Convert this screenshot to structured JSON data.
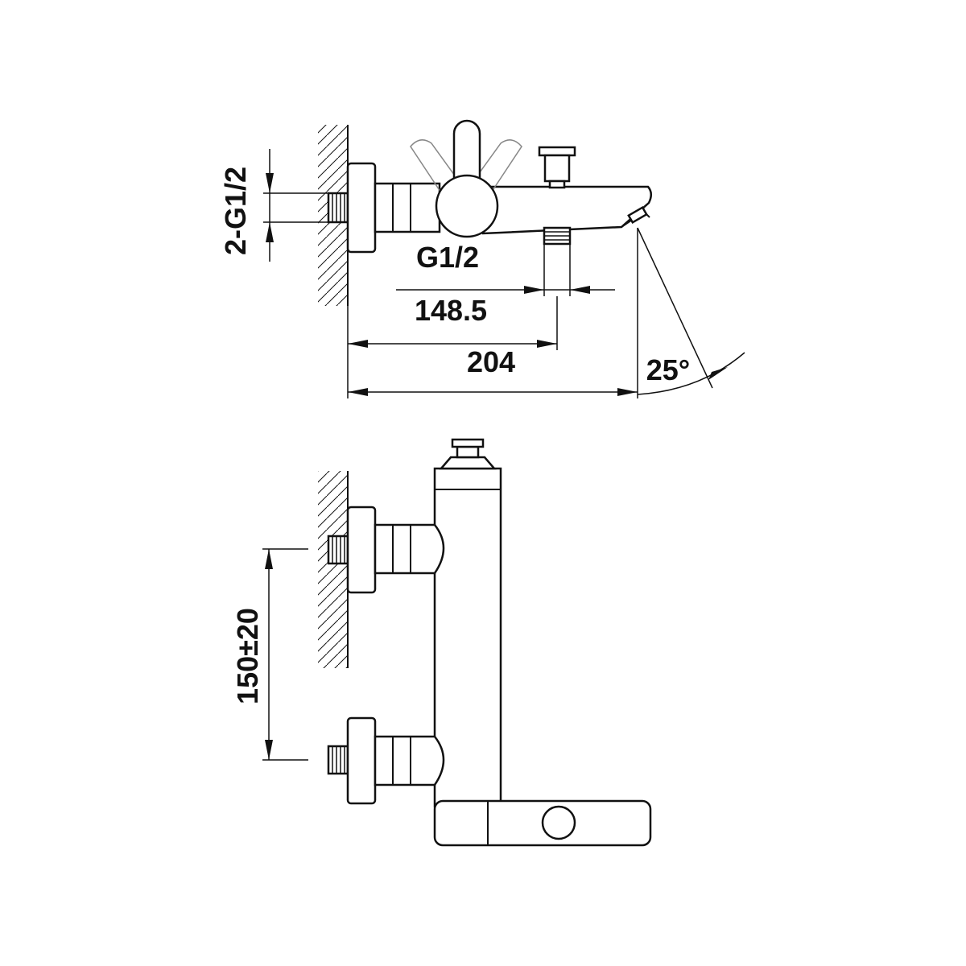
{
  "labels": {
    "inlet_thread": "2-G1/2",
    "outlet_thread": "G1/2",
    "dim_outlet_offset": "148.5",
    "dim_total_length": "204",
    "spout_angle": "25°",
    "inlet_spacing": "150±20"
  }
}
